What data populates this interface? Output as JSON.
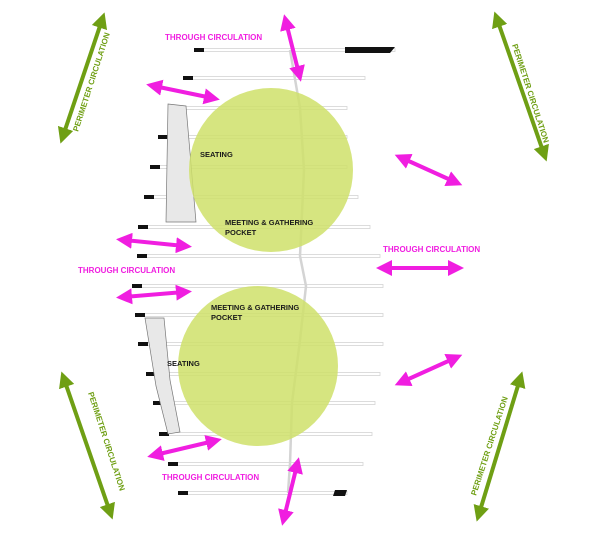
{
  "labels": {
    "through_top": "THROUGH CIRCULATION",
    "through_left": "THROUGH CIRCULATION",
    "through_right": "THROUGH CIRCULATION",
    "through_bottom": "THROUGH CIRCULATION",
    "perimeter_tl": "PERIMETER CIRCULATION",
    "perimeter_tr": "PERIMETER CIRCULATION",
    "perimeter_bl": "PERIMETER CIRCULATION",
    "perimeter_br": "PERIMETER CIRCULATION",
    "seating_top": "SEATING",
    "seating_bottom": "SEATING",
    "pocket_top_1": "MEETING & GATHERING",
    "pocket_top_2": "POCKET",
    "pocket_bottom_1": "MEETING & GATHERING",
    "pocket_bottom_2": "POCKET"
  },
  "colors": {
    "through": "#f01ee0",
    "perimeter": "#6f9f14",
    "pocket": "#cfe06a",
    "plan": "#d4d4d4",
    "text": "#1a1a1a"
  }
}
